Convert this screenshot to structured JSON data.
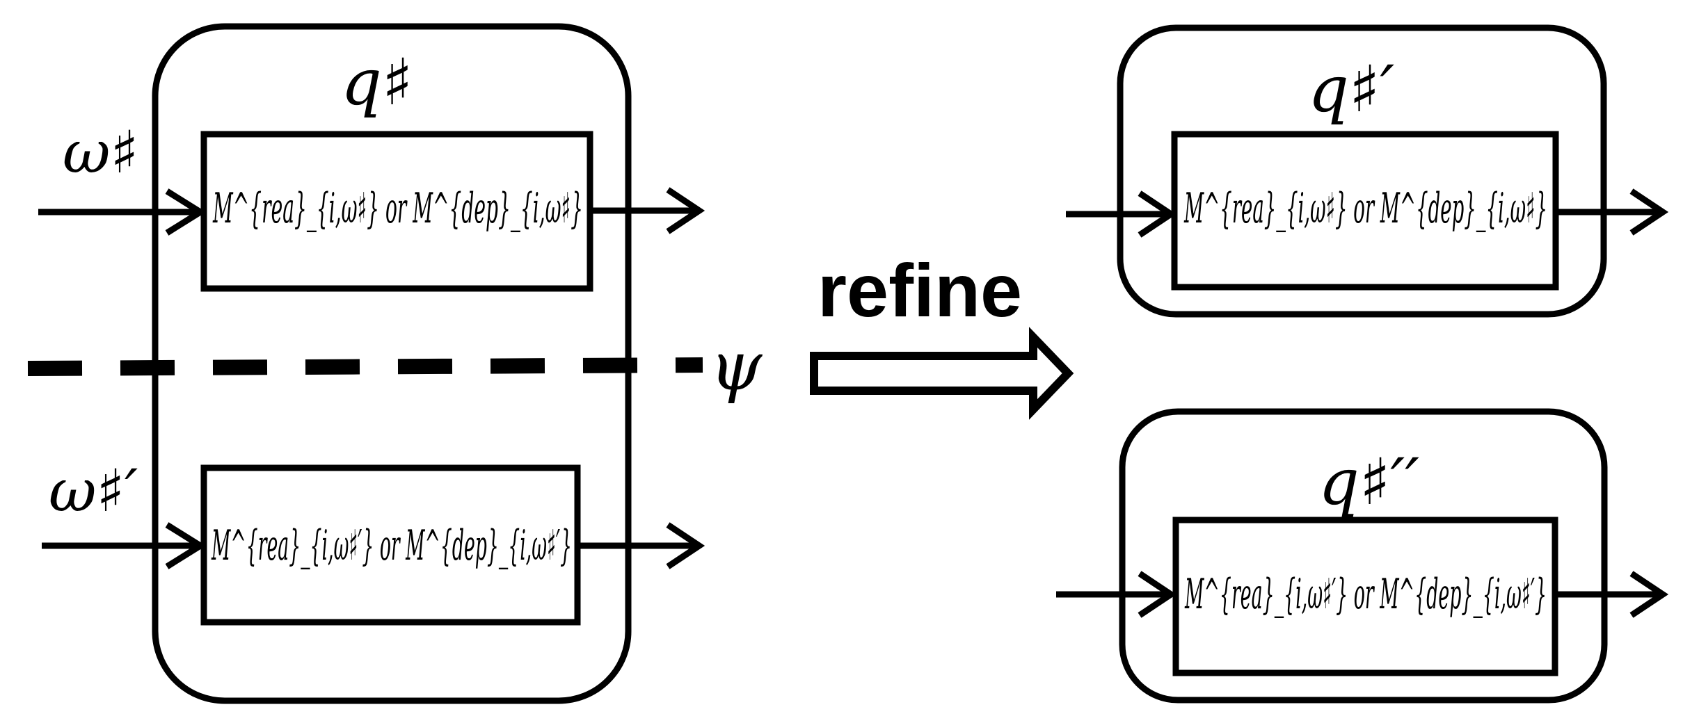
{
  "left_state": {
    "label": "q♯",
    "top_input_label": "ω♯",
    "bottom_input_label": "ω♯′",
    "top_module": {
      "text": "M^{rea}_{i,ω♯} or M^{dep}_{i,ω♯}"
    },
    "bottom_module": {
      "text": "M^{rea}_{i,ω♯′} or M^{dep}_{i,ω♯′}"
    }
  },
  "separator": {
    "label": "ψ"
  },
  "transition": {
    "label": "refine"
  },
  "right_top_state": {
    "label": "q♯′",
    "module": {
      "text": "M^{rea}_{i,ω♯} or M^{dep}_{i,ω♯}"
    }
  },
  "right_bottom_state": {
    "label": "q♯′′",
    "module": {
      "text": "M^{rea}_{i,ω♯′} or M^{dep}_{i,ω♯′}"
    }
  },
  "colors": {
    "stroke": "#000000",
    "background": "#ffffff"
  }
}
